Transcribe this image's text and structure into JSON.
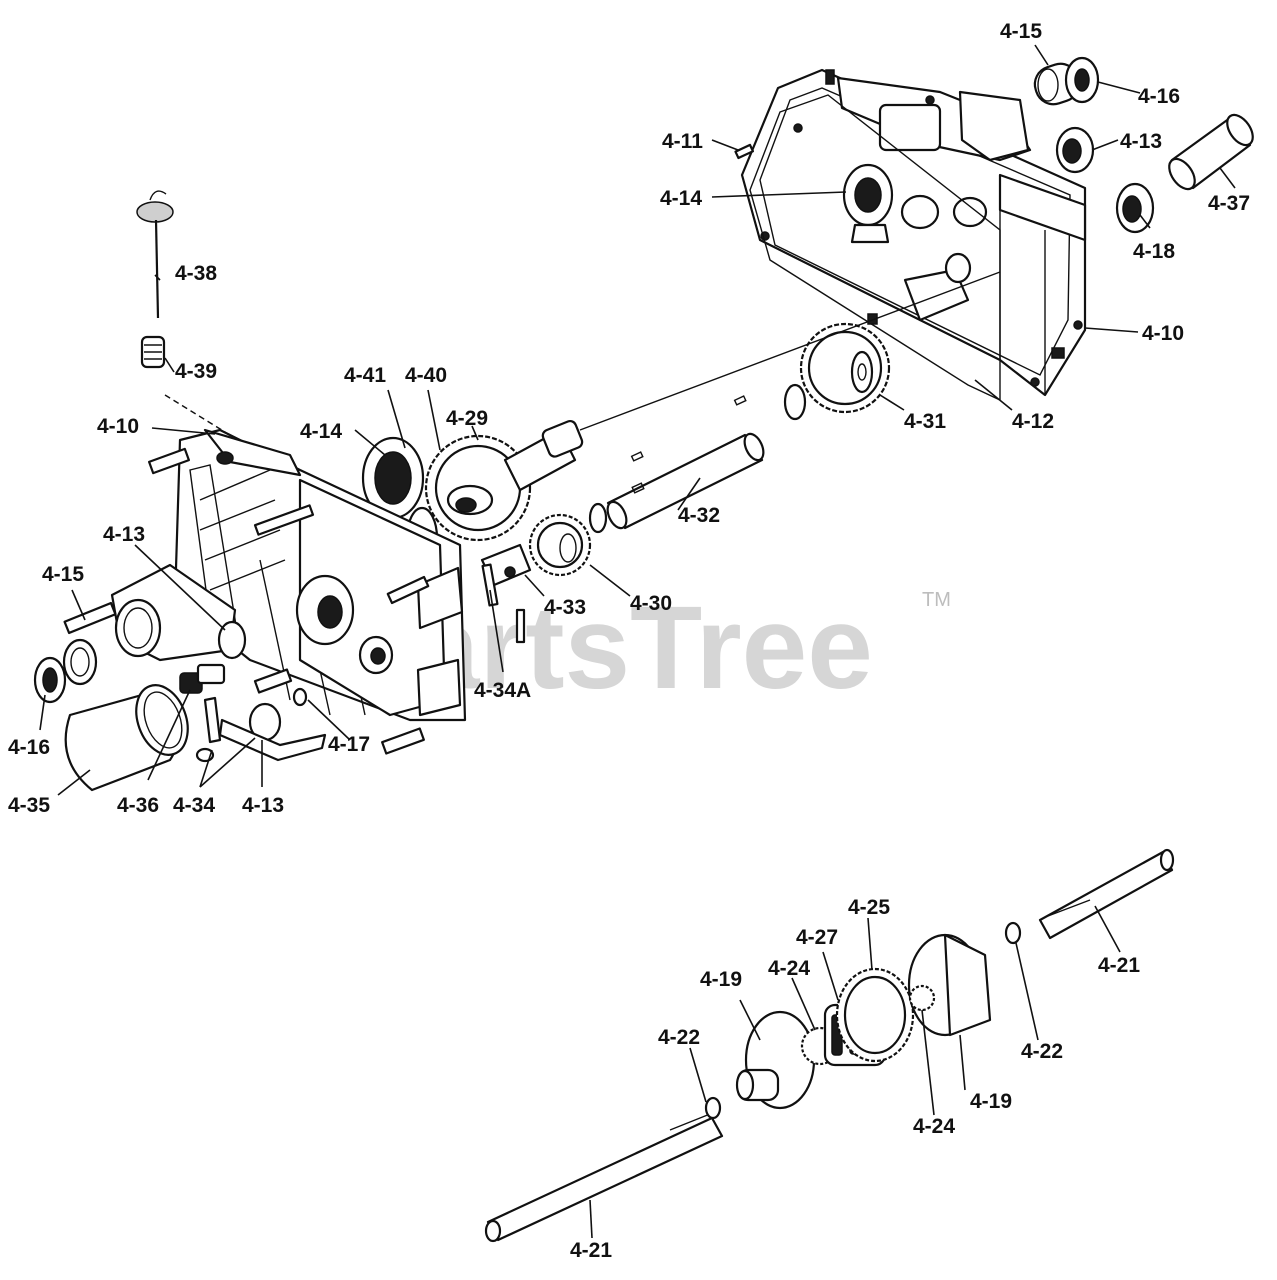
{
  "watermark": {
    "brand": "PartsTree",
    "trademark": "TM"
  },
  "labels": {
    "l_4_15_top": "4-15",
    "l_4_16_top": "4-16",
    "l_4_11": "4-11",
    "l_4_13_top": "4-13",
    "l_4_14_top": "4-14",
    "l_4_37": "4-37",
    "l_4_18": "4-18",
    "l_4_10_right": "4-10",
    "l_4_38": "4-38",
    "l_4_39": "4-39",
    "l_4_41": "4-41",
    "l_4_40": "4-40",
    "l_4_31": "4-31",
    "l_4_12": "4-12",
    "l_4_10_left": "4-10",
    "l_4_14_left": "4-14",
    "l_4_29": "4-29",
    "l_4_32": "4-32",
    "l_4_13_left": "4-13",
    "l_4_15_left": "4-15",
    "l_4_33": "4-33",
    "l_4_30": "4-30",
    "l_4_34a": "4-34A",
    "l_4_16_left": "4-16",
    "l_4_17": "4-17",
    "l_4_35": "4-35",
    "l_4_36": "4-36",
    "l_4_34": "4-34",
    "l_4_13_bottom": "4-13",
    "l_4_25": "4-25",
    "l_4_27": "4-27",
    "l_4_21_right": "4-21",
    "l_4_19_left": "4-19",
    "l_4_24_left": "4-24",
    "l_4_22_left": "4-22",
    "l_4_22_right": "4-22",
    "l_4_19_right": "4-19",
    "l_4_24_right": "4-24",
    "l_4_21_bottom": "4-21"
  }
}
